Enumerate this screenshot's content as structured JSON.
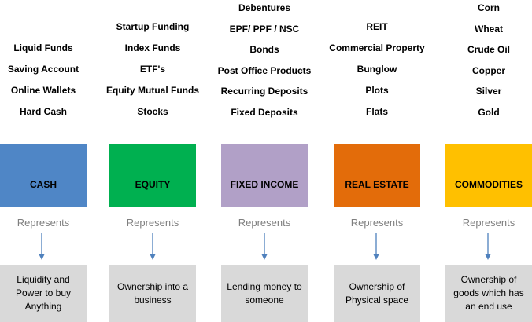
{
  "columns": [
    {
      "category": "CASH",
      "color": "#4f86c6",
      "examples": [
        "Hard Cash",
        "Online Wallets",
        "Saving Account",
        "Liquid Funds"
      ],
      "represents": "Represents",
      "description": "Liquidity and Power to buy Anything"
    },
    {
      "category": "EQUITY",
      "color": "#00b050",
      "examples": [
        "Stocks",
        "Equity Mutual Funds",
        "ETF's",
        "Index Funds",
        "Startup Funding"
      ],
      "represents": "Represents",
      "description": "Ownership into a business"
    },
    {
      "category": "FIXED INCOME",
      "color": "#b1a0c7",
      "examples": [
        "Fixed Deposits",
        "Recurring Deposits",
        "Post Office Products",
        "Bonds",
        "EPF/ PPF / NSC",
        "Debentures"
      ],
      "represents": "Represents",
      "description": "Lending money to someone"
    },
    {
      "category": "REAL ESTATE",
      "color": "#e36c0a",
      "examples": [
        "Flats",
        "Plots",
        "Bunglow",
        "Commercial Property",
        "REIT"
      ],
      "represents": "Represents",
      "description": "Ownership of Physical space"
    },
    {
      "category": "COMMODITIES",
      "color": "#ffc000",
      "examples": [
        "Gold",
        "Silver",
        "Copper",
        "Crude Oil",
        "Wheat",
        "Corn"
      ],
      "represents": "Represents",
      "description": "Ownership of goods which has an end use"
    }
  ],
  "arrow_color": "#4f81bd"
}
